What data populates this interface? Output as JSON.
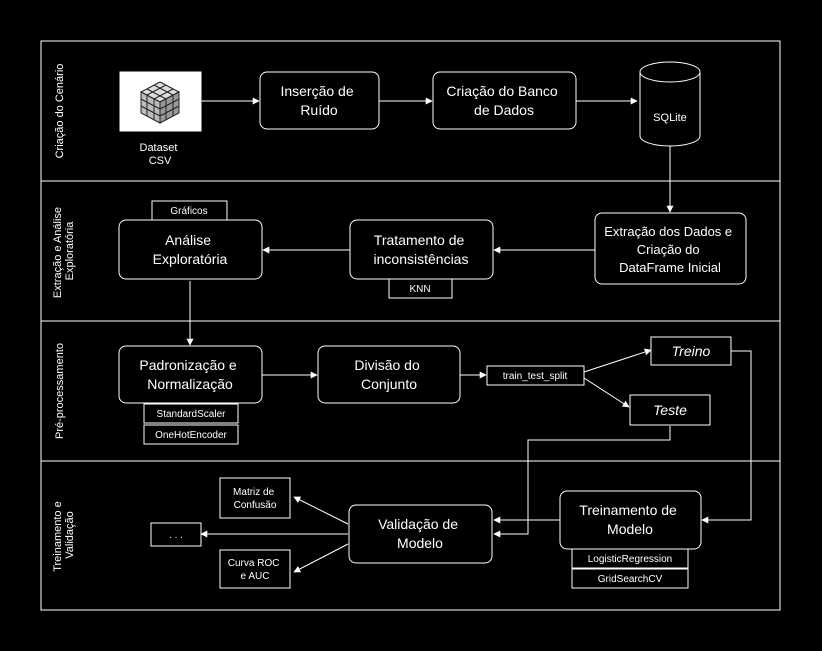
{
  "colors": {
    "background": "#000000",
    "stroke": "#ffffff",
    "node_fill": "#000000"
  },
  "lanes": {
    "lane1": {
      "label": "Criação do Cenário"
    },
    "lane2": {
      "label": [
        "Extração e Análise",
        "Exploratória"
      ]
    },
    "lane3": {
      "label": "Pré-processamento"
    },
    "lane4": {
      "label": [
        "Treinamento e",
        "Validação"
      ]
    }
  },
  "nodes": {
    "dataset": {
      "label": [
        "Dataset",
        "CSV"
      ],
      "icon": "cube-grid-icon"
    },
    "ruido": {
      "label": [
        "Inserção de",
        "Ruído"
      ]
    },
    "banco": {
      "label": [
        "Criação do Banco",
        "de Dados"
      ]
    },
    "sqlite": {
      "label": "SQLite",
      "icon": "database-cylinder-icon"
    },
    "extracao": {
      "label": [
        "Extração dos Dados e",
        "Criação do",
        "DataFrame Inicial"
      ]
    },
    "tratamento": {
      "label": [
        "Tratamento de",
        "inconsistências"
      ]
    },
    "knn": {
      "label": "KNN"
    },
    "analise": {
      "label": [
        "Análise",
        "Exploratória"
      ]
    },
    "graficos": {
      "label": "Gráficos"
    },
    "padronizacao": {
      "label": [
        "Padronização e",
        "Normalização"
      ]
    },
    "standardscaler": {
      "label": "StandardScaler"
    },
    "onehotencoder": {
      "label": "OneHotEncoder"
    },
    "divisao": {
      "label": [
        "Divisão do",
        "Conjunto"
      ]
    },
    "split": {
      "label": "train_test_split"
    },
    "treino": {
      "label": "Treino"
    },
    "teste": {
      "label": "Teste"
    },
    "treinamento": {
      "label": [
        "Treinamento de",
        "Modelo"
      ]
    },
    "logreg": {
      "label": "LogisticRegression"
    },
    "gridsearch": {
      "label": "GridSearchCV"
    },
    "validacao": {
      "label": [
        "Validação de",
        "Modelo"
      ]
    },
    "matriz": {
      "label": [
        "Matriz de",
        "Confusão"
      ]
    },
    "curva": {
      "label": [
        "Curva ROC",
        "e AUC"
      ]
    },
    "ellipsis": {
      "label": ". . ."
    }
  }
}
